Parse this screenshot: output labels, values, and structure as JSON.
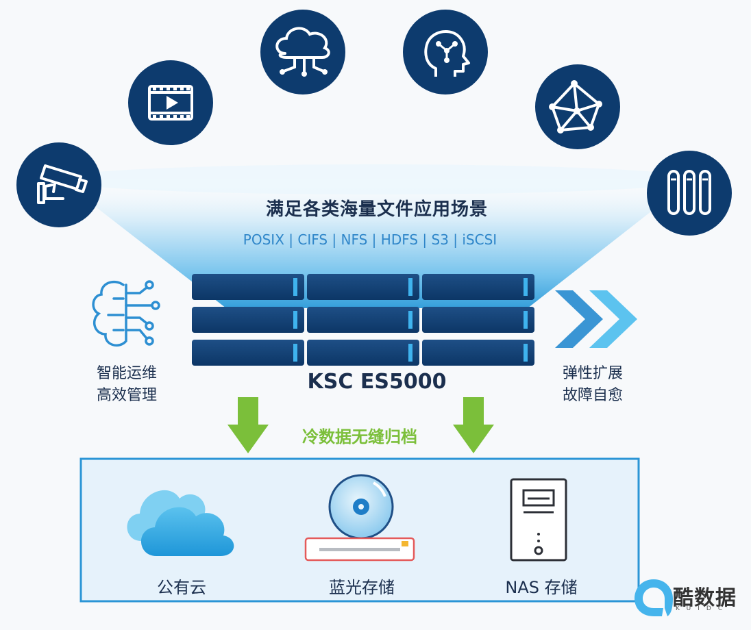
{
  "scenario": {
    "title": "满足各类海量文件应用场景",
    "protocols": "POSIX | CIFS | NFS | HDFS | S3 | iSCSI"
  },
  "top_icons": [
    "camera-icon",
    "video-icon",
    "cloud-network-icon",
    "ai-head-icon",
    "network-mesh-icon",
    "rack-icon"
  ],
  "product": {
    "name": "KSC ES5000"
  },
  "left_feature": {
    "line1": "智能运维",
    "line2": "高效管理",
    "icon": "brain-circuit-icon"
  },
  "right_feature": {
    "line1": "弹性扩展",
    "line2": "故障自愈",
    "icon": "double-chevron-icon"
  },
  "archive": {
    "label": "冷数据无缝归档"
  },
  "targets": [
    {
      "label": "公有云",
      "icon": "public-cloud-icon"
    },
    {
      "label": "蓝光存储",
      "icon": "bluray-disc-icon"
    },
    {
      "label": "NAS 存储",
      "icon": "nas-server-icon"
    }
  ],
  "watermark": {
    "cn": "酷数据",
    "en": "KUIDC"
  },
  "colors": {
    "navy": "#0d3b6e",
    "accent_blue": "#2f86c9",
    "green": "#7bbf3a",
    "frame": "#2b95d6"
  }
}
